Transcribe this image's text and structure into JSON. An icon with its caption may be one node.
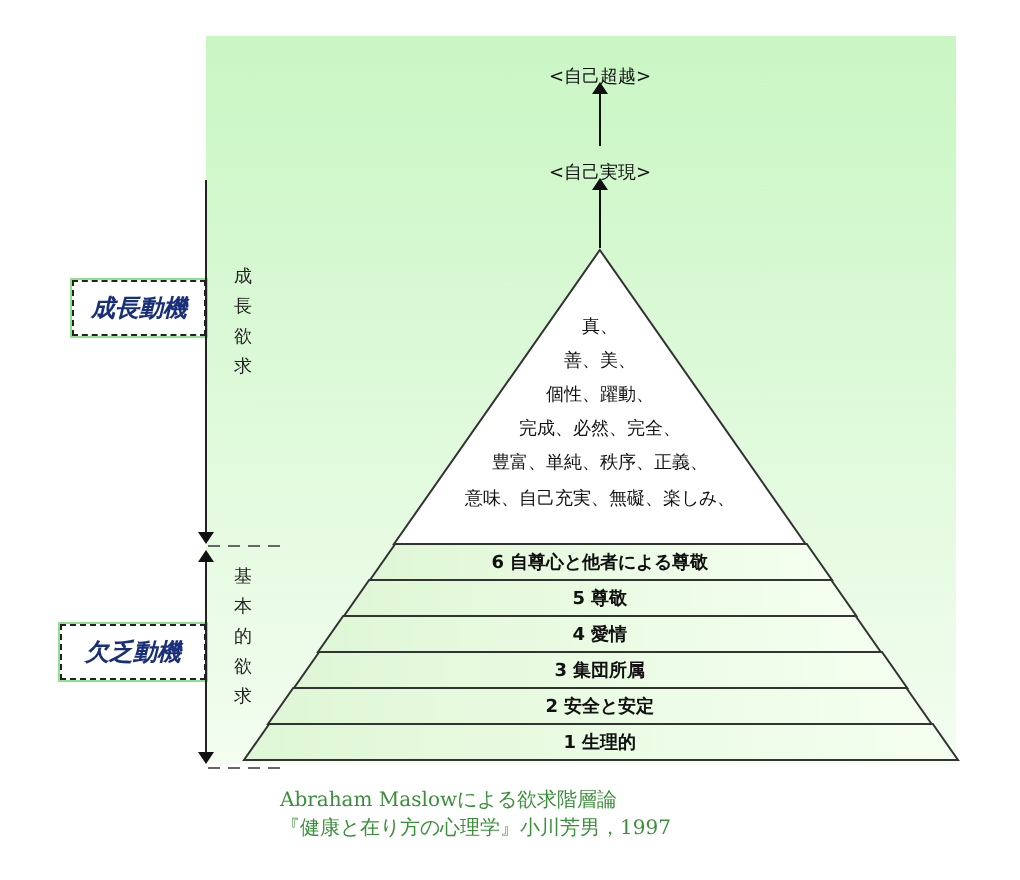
{
  "diagram": {
    "caption": "Abraham Maslowによる欲求階層論",
    "nodes": [
      {
        "text": [
          "<自己超越>"
        ]
      },
      {
        "text": [
          "<自己実現>"
        ]
      },
      {
        "text": [
          "真、",
          "善、美、",
          "個性、躍動、",
          "完成、必然、完全、",
          "豊富、単純、秩序、正義、",
          "意味、自己充実、無礙、楽しみ、"
        ]
      },
      {
        "text": [
          "6 自尊心と他者による尊敬"
        ]
      },
      {
        "text": [
          "5 尊敬"
        ]
      },
      {
        "text": [
          "4 愛情"
        ]
      },
      {
        "text": [
          "3 集団所属"
        ]
      },
      {
        "text": [
          "2 安全と安定"
        ]
      },
      {
        "text": [
          "1 生理的"
        ]
      },
      {
        "text": [
          "成長動機"
        ]
      },
      {
        "text": [
          "欠乏動機"
        ]
      }
    ],
    "edges": [
      {
        "from": 1,
        "to": 0,
        "arrow": "to"
      },
      {
        "from": 2,
        "to": 1,
        "arrow": "to"
      }
    ],
    "labels": [
      "成長欲求",
      "基本的欲求",
      "『健康と在り方の心理学』小川芳男，1997"
    ]
  }
}
